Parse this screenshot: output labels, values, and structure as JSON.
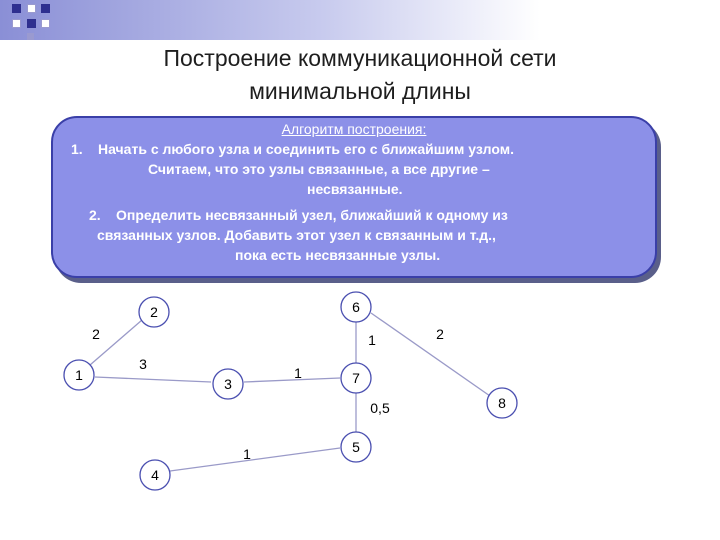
{
  "slide": {
    "title_line1": "Построение коммуникационной сети",
    "title_line2": "минимальной длины"
  },
  "algorithm": {
    "heading": "Алгоритм построения:",
    "step1_num": "1.",
    "step1_line1": "Начать с любого узла и соединить его  с ближайшим узлом.",
    "step1_line2": "Считаем, что это узлы связанные, а все другие –",
    "step1_line3": "несвязанные.",
    "step2_num": "2.",
    "step2_line1": "Определить несвязанный узел, ближайший к одному из",
    "step2_line2": "связанных узлов. Добавить этот узел к связанным и т.д.,",
    "step2_line3": "пока есть несвязанные узлы."
  },
  "graph": {
    "nodes": [
      "1",
      "2",
      "3",
      "4",
      "5",
      "6",
      "7",
      "8"
    ],
    "edges": [
      {
        "from": "1",
        "to": "2",
        "weight": "2"
      },
      {
        "from": "1",
        "to": "3",
        "weight": "3"
      },
      {
        "from": "3",
        "to": "7",
        "weight": "1"
      },
      {
        "from": "6",
        "to": "7",
        "weight": "1"
      },
      {
        "from": "6",
        "to": "8",
        "weight": "2"
      },
      {
        "from": "7",
        "to": "5",
        "weight": "0,5"
      },
      {
        "from": "4",
        "to": "5",
        "weight": "1"
      }
    ]
  },
  "colors": {
    "box_fill": "#8c90e8",
    "box_border": "#3a3fa8",
    "node_border": "#4a4fb0",
    "edge": "#9a9ac8"
  }
}
